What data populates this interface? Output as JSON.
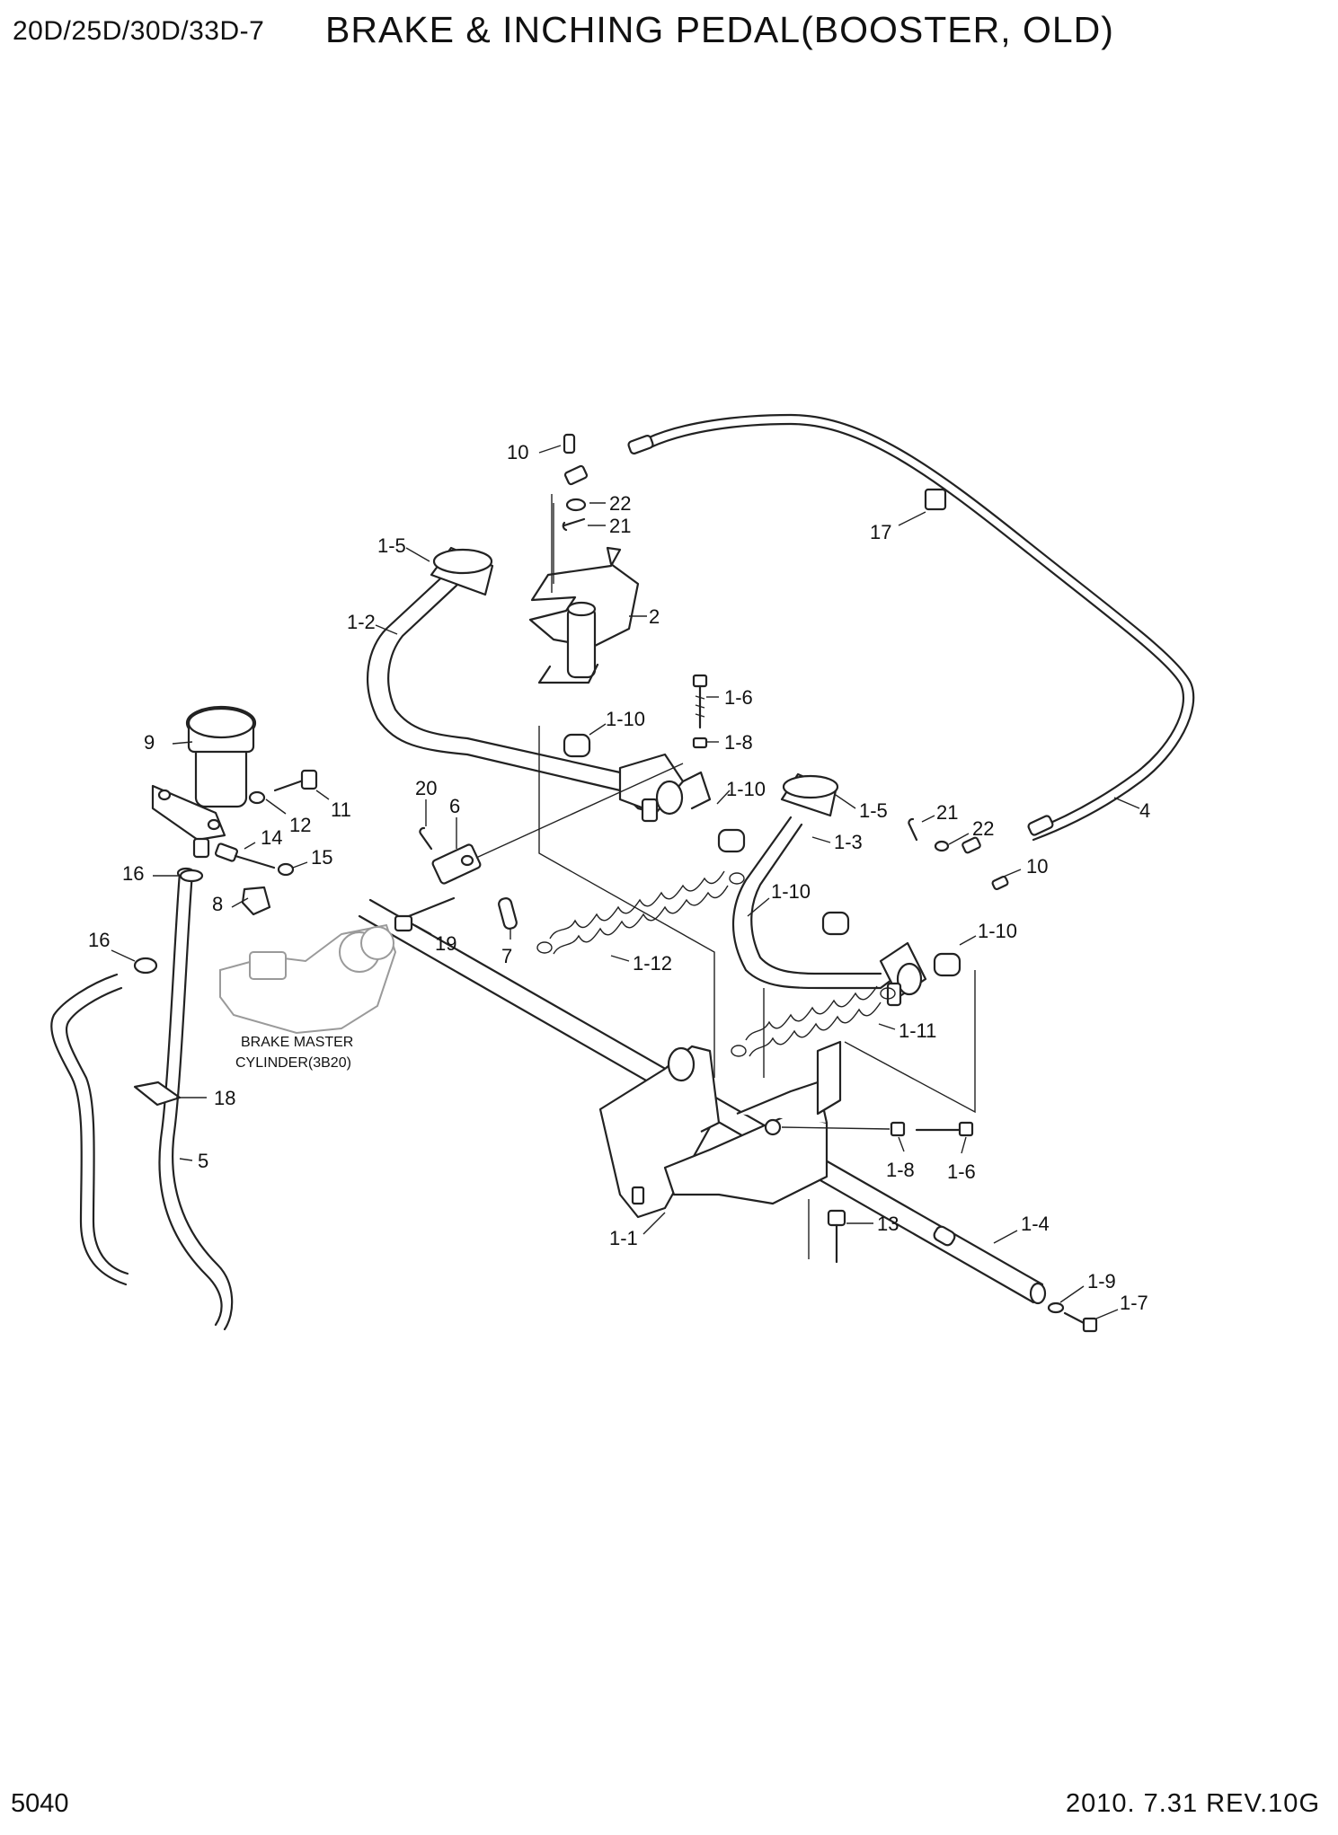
{
  "header": {
    "model": "20D/25D/30D/33D-7",
    "title": "BRAKE & INCHING PEDAL(BOOSTER, OLD)"
  },
  "footer": {
    "page_number": "5040",
    "revision": "2010. 7.31  REV.10G"
  },
  "notes": {
    "master_cylinder_line1": "BRAKE MASTER",
    "master_cylinder_line2": "CYLINDER(3B20)"
  },
  "callouts": [
    "10",
    "22",
    "21",
    "17",
    "1-5",
    "1-2",
    "2",
    "1-6",
    "1-8",
    "1-10",
    "9",
    "1-10",
    "11",
    "12",
    "20",
    "6",
    "1-5",
    "21",
    "4",
    "22",
    "14",
    "1-3",
    "15",
    "16",
    "10",
    "8",
    "1-10",
    "19",
    "7",
    "1-12",
    "16",
    "1-10",
    "1-11",
    "18",
    "5",
    "1-8",
    "1-6",
    "13",
    "1-4",
    "1-1",
    "1-9",
    "1-7"
  ]
}
